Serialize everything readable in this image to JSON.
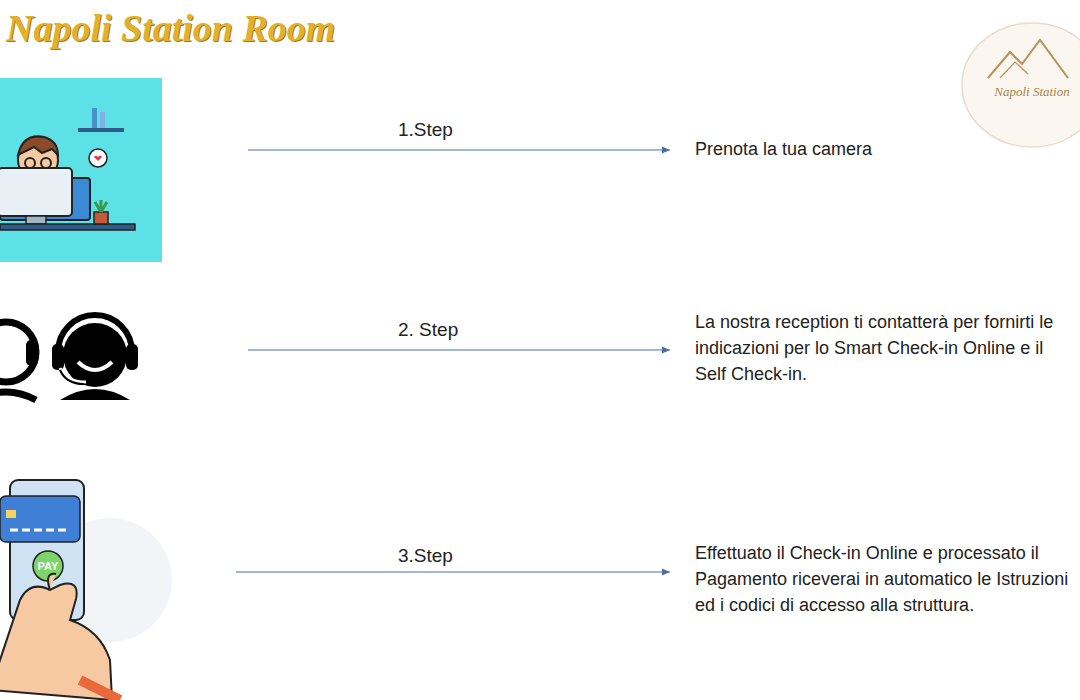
{
  "diagram": {
    "title": "Napoli Station Room",
    "labels": [
      "1.Step",
      "Prenota la tua camera",
      "2. Step",
      "La nostra reception ti contatterà per fornirti le indicazioni per lo Smart Check-in Online e il Self Check-in.",
      "3.Step",
      "Effettuato il Check-in Online e processato il Pagamento riceverai in automatico le Istruzioni ed i codici di accesso alla struttura.",
      "Napoli Station",
      "PAY"
    ]
  }
}
